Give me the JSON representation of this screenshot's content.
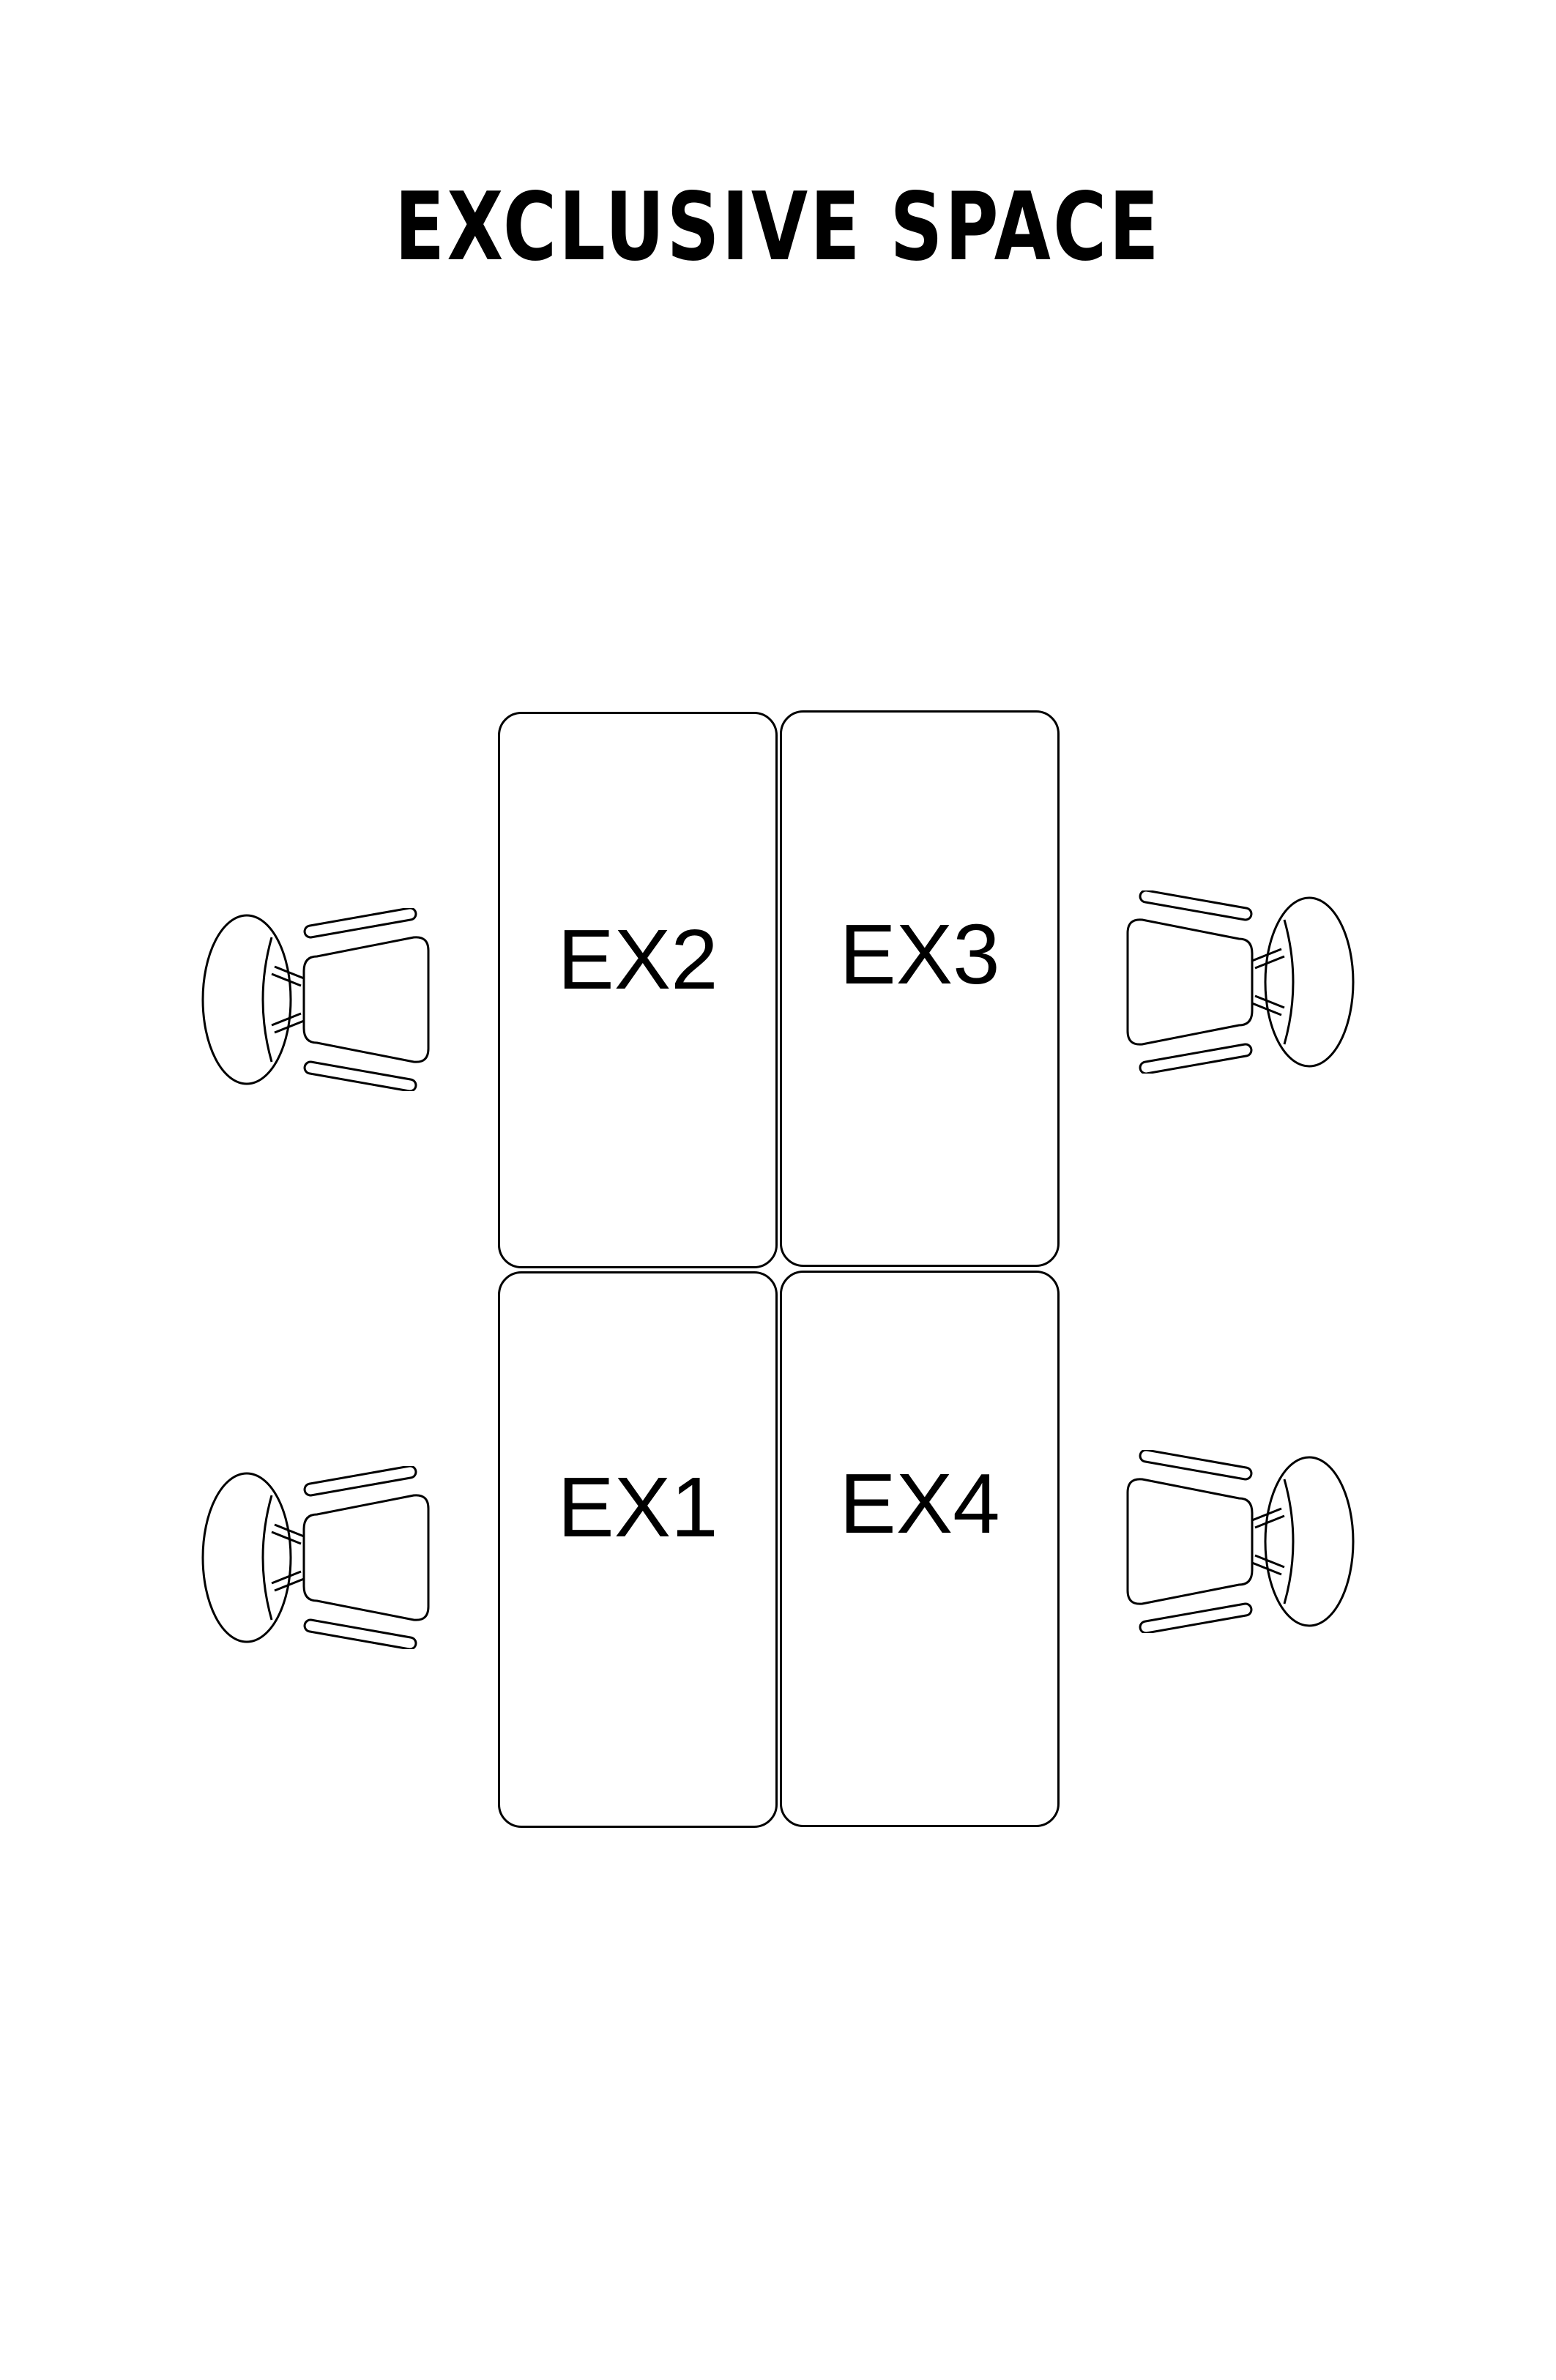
{
  "title": "EXCLUSIVE SPACE",
  "desks": {
    "ex1": "EX1",
    "ex2": "EX2",
    "ex3": "EX3",
    "ex4": "EX4"
  },
  "chair_icon": "office-chair-icon",
  "colors": {
    "line": "#000000",
    "background": "#ffffff"
  }
}
